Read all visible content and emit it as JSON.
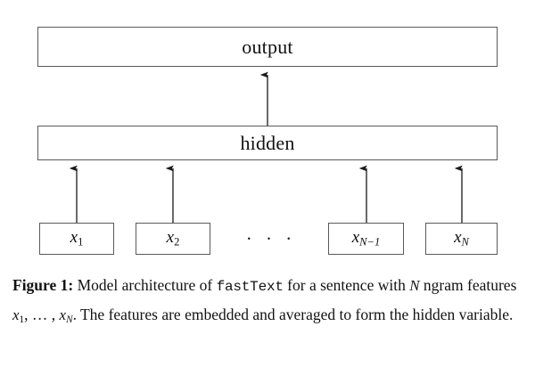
{
  "figure": {
    "layers": {
      "output_label": "output",
      "hidden_label": "hidden"
    },
    "inputs": [
      {
        "name": "x1",
        "base": "x",
        "sub": "1"
      },
      {
        "name": "x2",
        "base": "x",
        "sub": "2"
      },
      {
        "name": "xN-1",
        "base": "x",
        "sub": "N−1"
      },
      {
        "name": "xN",
        "base": "x",
        "sub": "N"
      }
    ],
    "ellipsis": "· · ·",
    "arrows": {
      "hidden_to_output_count": 1,
      "inputs_to_hidden_count": 4
    },
    "colors": {
      "box_border": "#5a5a5a",
      "arrow": "#1a1a1a",
      "background": "#ffffff",
      "text": "#111111"
    }
  },
  "caption": {
    "label": "Figure 1:",
    "part1": " Model architecture of ",
    "mono": "fastText",
    "part2": " for a sentence with ",
    "var_n": "N",
    "part3": " ngram features ",
    "var_x1_base": "x",
    "var_x1_sub": "1",
    "comma_dots": ", … , ",
    "var_xN_base": "x",
    "var_xN_sub": "N",
    "part4": ". The features are embedded and averaged to form the hidden variable."
  }
}
